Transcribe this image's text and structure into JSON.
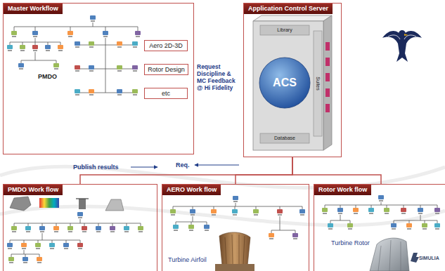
{
  "diagram": {
    "nodes": [
      {
        "text": [
          "Master Workflow"
        ]
      },
      {
        "text": [
          "Aero 2D-3D"
        ],
        "in": 0
      },
      {
        "text": [
          "Rotor Design"
        ],
        "in": 0
      },
      {
        "text": [
          "etc"
        ],
        "in": 0
      },
      {
        "text": [
          "Application Control Server"
        ]
      },
      {
        "text": [
          "PMDO Work flow"
        ]
      },
      {
        "text": [
          "AERO Work flow",
          "Turbine Airfoil"
        ]
      },
      {
        "text": [
          "Rotor Work flow",
          "Turbine Rotor"
        ]
      }
    ],
    "edges": [
      {
        "from": 4,
        "to": 5,
        "arrow": "none"
      },
      {
        "from": 4,
        "to": 6,
        "arrow": "none"
      },
      {
        "from": 4,
        "to": 7,
        "arrow": "none"
      }
    ],
    "labels": [
      "PMDO",
      "Request Discipline & MC Feedback @ Hi Fidelity",
      "Library",
      "ACS",
      "Database",
      "Suites",
      "Req.",
      "Publish results",
      "SIMULIA"
    ]
  }
}
